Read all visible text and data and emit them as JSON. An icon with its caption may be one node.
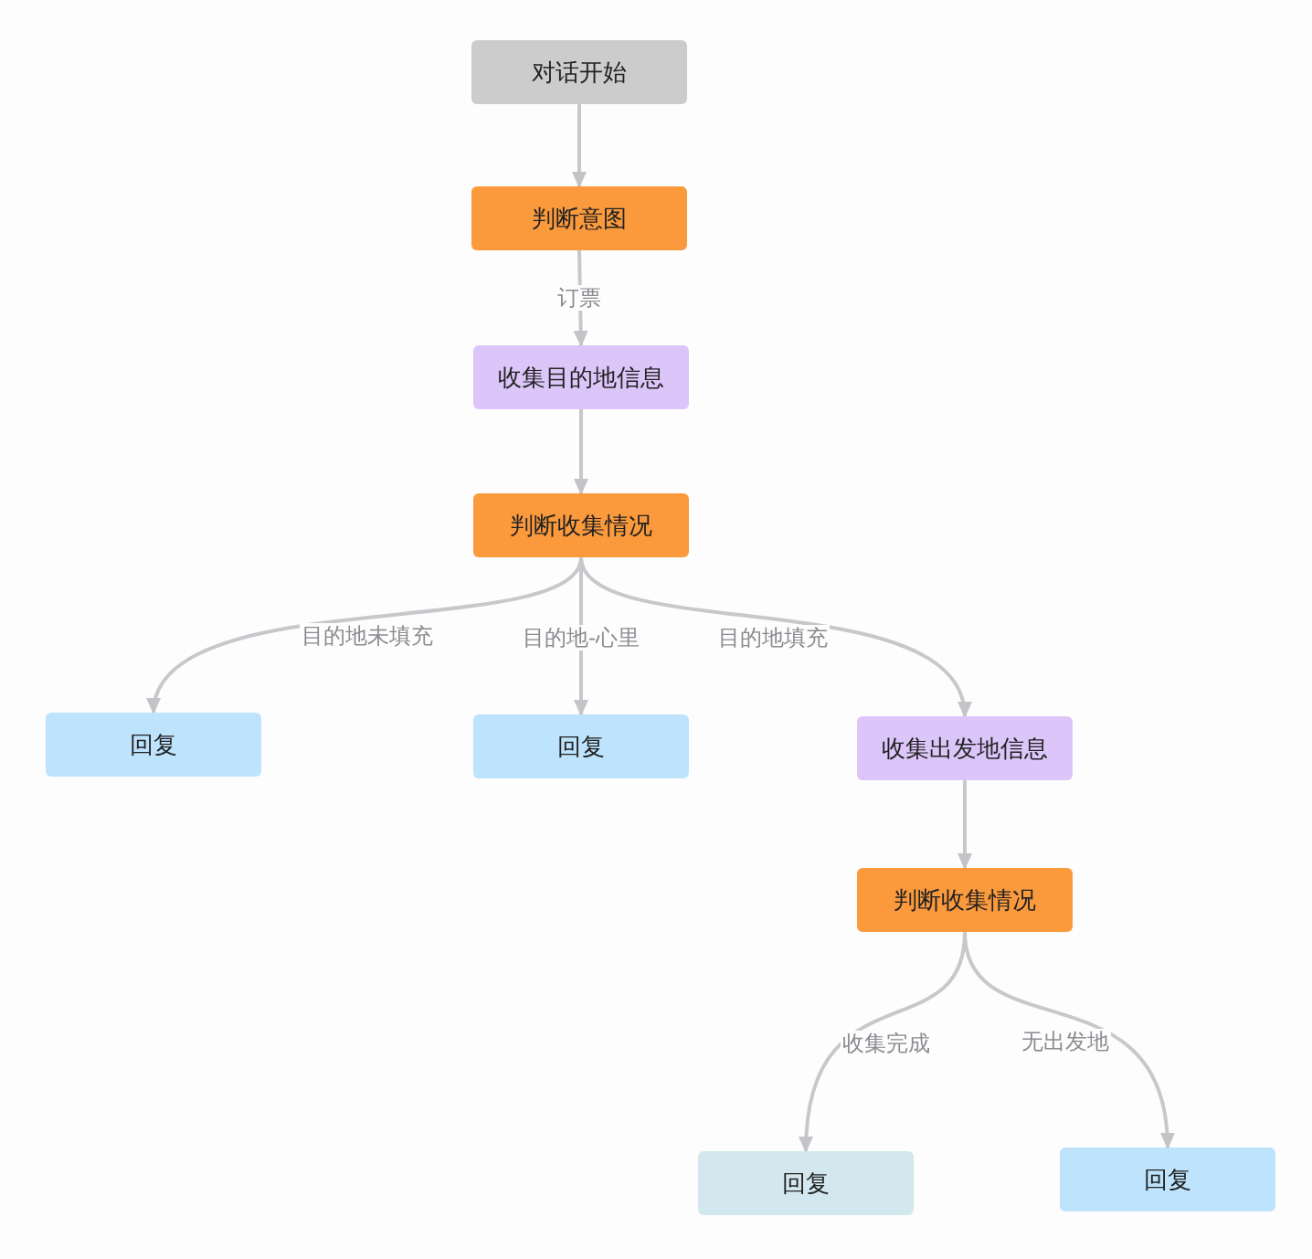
{
  "diagram": {
    "nodes": [
      {
        "text": [
          "对话开始"
        ]
      },
      {
        "text": [
          "判断意图"
        ]
      },
      {
        "text": [
          "收集目的地信息"
        ]
      },
      {
        "text": [
          "判断收集情况"
        ]
      },
      {
        "text": [
          "回复"
        ]
      },
      {
        "text": [
          "回复"
        ]
      },
      {
        "text": [
          "收集出发地信息"
        ]
      },
      {
        "text": [
          "判断收集情况"
        ]
      },
      {
        "text": [
          "回复"
        ]
      },
      {
        "text": [
          "回复"
        ]
      }
    ],
    "edges": [
      {
        "from": 0,
        "to": 1,
        "arrow": "to"
      },
      {
        "from": 1,
        "to": 2,
        "arrow": "to",
        "label": "订票"
      },
      {
        "from": 2,
        "to": 3,
        "arrow": "to"
      },
      {
        "from": 3,
        "to": 4,
        "arrow": "to",
        "label": "目的地未填充"
      },
      {
        "from": 3,
        "to": 5,
        "arrow": "to",
        "label": "目的地-心里"
      },
      {
        "from": 3,
        "to": 6,
        "arrow": "to",
        "label": "目的地填充"
      },
      {
        "from": 6,
        "to": 7,
        "arrow": "to"
      },
      {
        "from": 7,
        "to": 8,
        "arrow": "to",
        "label": "收集完成"
      },
      {
        "from": 7,
        "to": 9,
        "arrow": "to",
        "label": "无出发地"
      }
    ]
  }
}
